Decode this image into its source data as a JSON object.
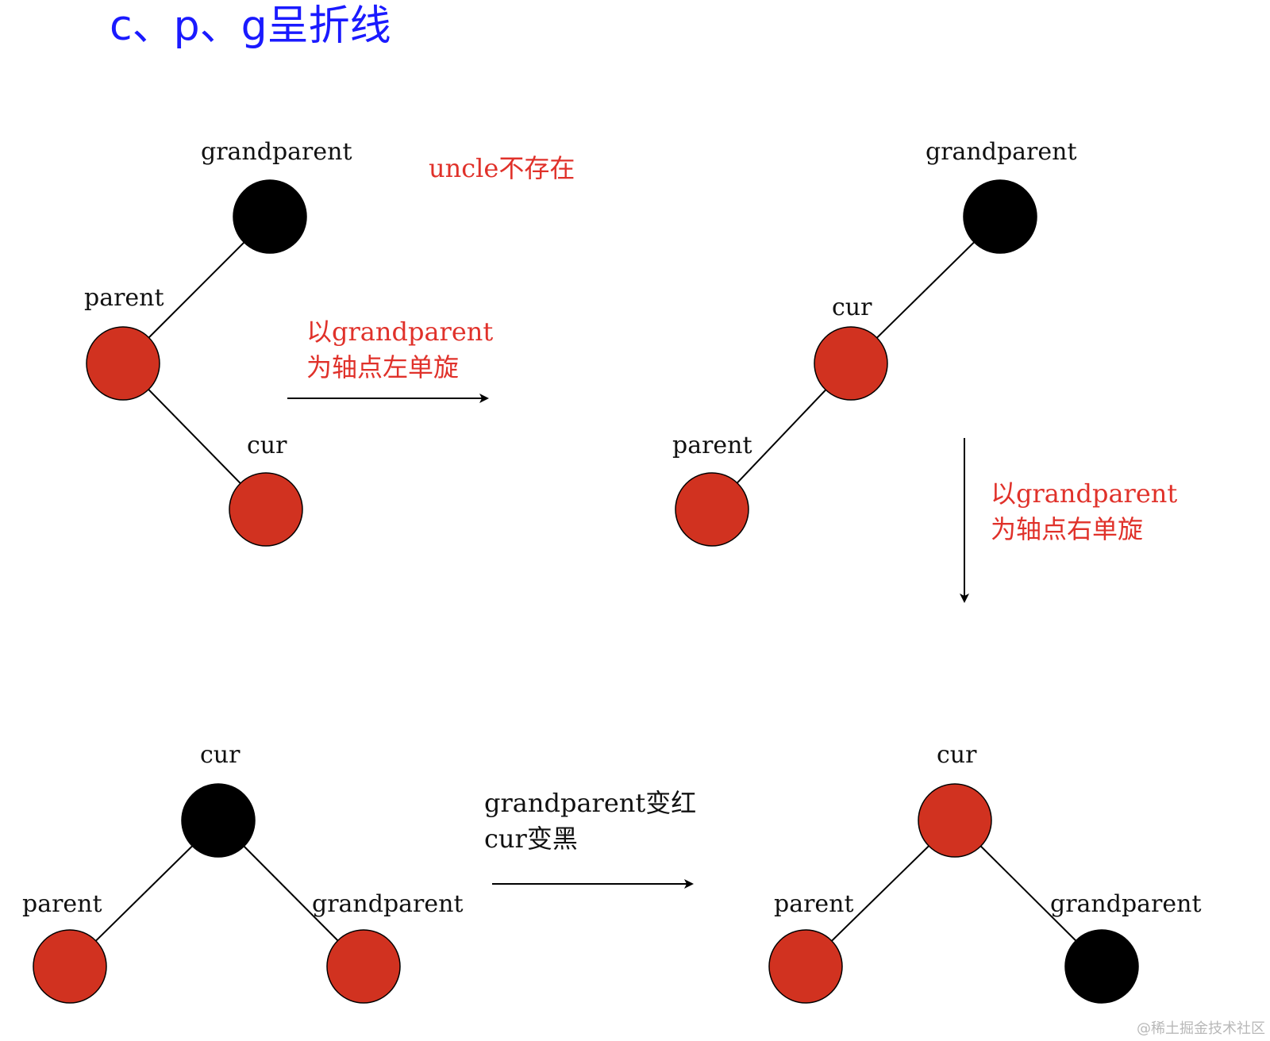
{
  "title": "c、p、g呈折线",
  "colors": {
    "red_node": "#d13220",
    "black_node": "#000000",
    "annotation_red": "#e0312a",
    "annotation_black": "#111111",
    "title_blue": "#1a1aff"
  },
  "step1": {
    "note": "uncle不存在",
    "grandparent_label": "grandparent",
    "parent_label": "parent",
    "cur_label": "cur",
    "grandparent_color": "black",
    "parent_color": "red",
    "cur_color": "red"
  },
  "step2": {
    "grandparent_label": "grandparent",
    "cur_label": "cur",
    "parent_label": "parent",
    "grandparent_color": "black",
    "cur_color": "red",
    "parent_color": "red"
  },
  "step3": {
    "cur_label": "cur",
    "parent_label": "parent",
    "grandparent_label": "grandparent",
    "cur_color": "black",
    "parent_color": "red",
    "grandparent_color": "red"
  },
  "step4": {
    "cur_label": "cur",
    "parent_label": "parent",
    "grandparent_label": "grandparent",
    "cur_color": "red",
    "parent_color": "red",
    "grandparent_color": "black"
  },
  "transitions": {
    "rotate_left": {
      "line1": "以grandparent",
      "line2": "为轴点左单旋"
    },
    "rotate_right": {
      "line1": "以grandparent",
      "line2": "为轴点右单旋"
    },
    "recolor": {
      "line1": "grandparent变红",
      "line2": "cur变黑"
    }
  },
  "watermark": "@稀土掘金技术社区"
}
